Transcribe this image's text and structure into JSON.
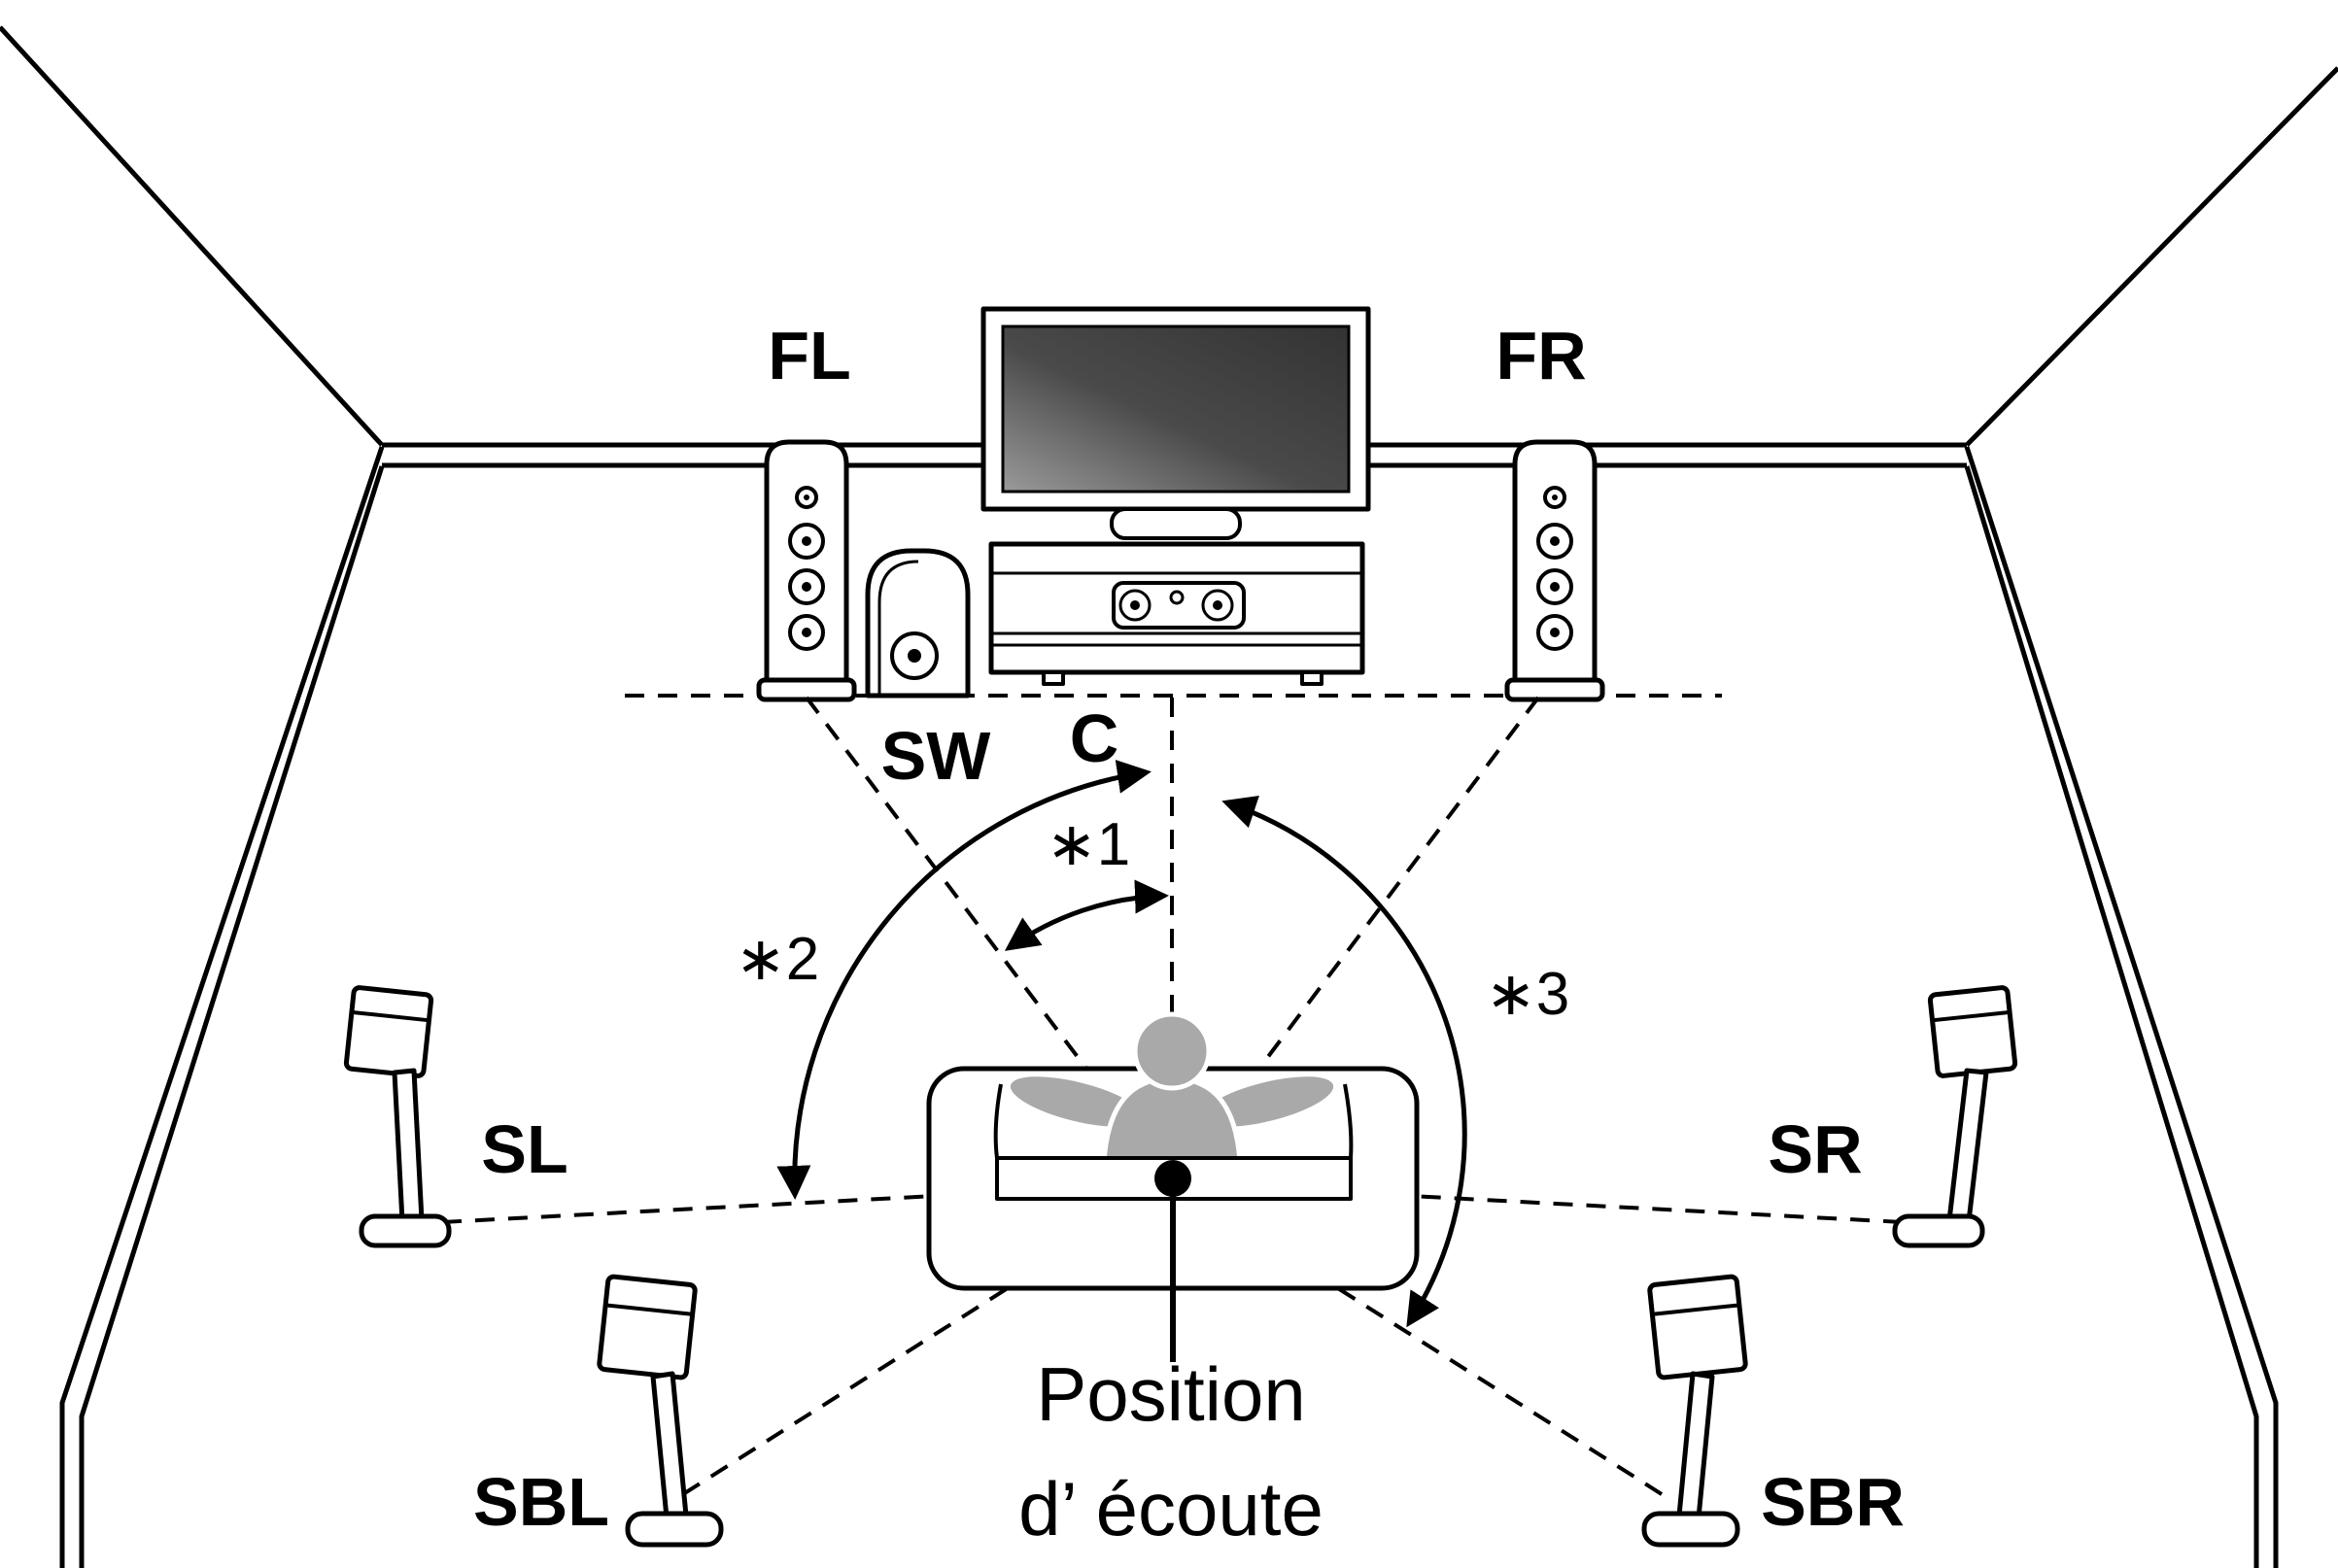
{
  "diagram": {
    "speaker_labels": {
      "front_left": "FL",
      "front_right": "FR",
      "subwoofer": "SW",
      "center": "C",
      "surround_left": "SL",
      "surround_right": "SR",
      "surround_back_left": "SBL",
      "surround_back_right": "SBR"
    },
    "angle_notes": {
      "note1": "∗1",
      "note2": "∗2",
      "note3": "∗3"
    },
    "listening_position": {
      "line1": "Position",
      "line2": "d’ écoute"
    },
    "colors": {
      "line": "#000000",
      "person_fill": "#a9a9a9",
      "screen_dark": "#333333",
      "screen_light": "#9a9a9a",
      "background": "#ffffff"
    }
  }
}
